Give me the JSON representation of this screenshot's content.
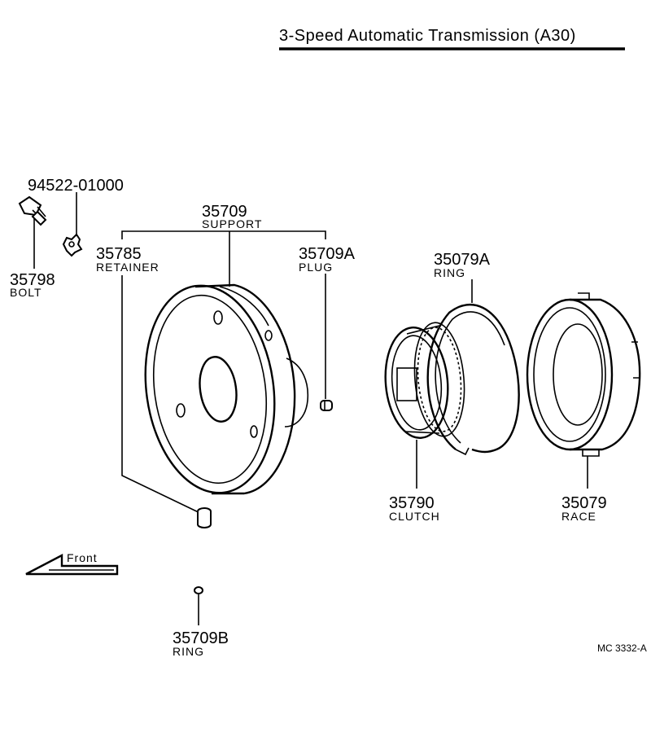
{
  "header": {
    "title": "3-Speed  Automatic  Transmission  (A30)"
  },
  "parts": {
    "p1": {
      "number": "94522-01000",
      "name": ""
    },
    "p2": {
      "number": "35798",
      "name": "BOLT"
    },
    "p3": {
      "number": "35709",
      "name": "SUPPORT"
    },
    "p4": {
      "number": "35785",
      "name": "RETAINER"
    },
    "p5": {
      "number": "35709A",
      "name": "PLUG"
    },
    "p6": {
      "number": "35079A",
      "name": "RING"
    },
    "p7": {
      "number": "35790",
      "name": "CLUTCH"
    },
    "p8": {
      "number": "35079",
      "name": "RACE"
    },
    "p9": {
      "number": "35709B",
      "name": "RING"
    }
  },
  "front_arrow": {
    "label": "Front"
  },
  "footer": {
    "code": "MC 3332-A"
  }
}
